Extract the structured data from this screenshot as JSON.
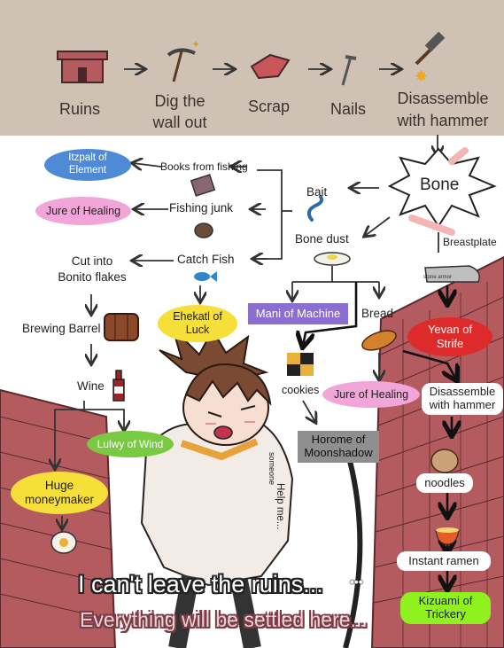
{
  "colors": {
    "top_band": "#cfc2b4",
    "blue": "#4f8ad6",
    "pink": "#f2a5d9",
    "yellow": "#f7df3a",
    "purple": "#8a6fd0",
    "red": "#dd2b2b",
    "green": "#7ac943",
    "grey": "#8f8f8f",
    "lime": "#8ff21e",
    "wall": "#b45b5f"
  },
  "top_row": {
    "ruins": "Ruins",
    "dig_line1": "Dig the",
    "dig_line2": "wall out",
    "scrap": "Scrap",
    "nails": "Nails",
    "disassemble_line1": "Disassemble",
    "disassemble_line2": "with hammer"
  },
  "icons": {
    "ruins": "ruins-icon",
    "pickaxe": "pickaxe-icon",
    "scrap": "scrap-icon",
    "nail": "nail-icon",
    "hammer": "hammer-icon",
    "bone": "bone-icon",
    "book": "book-icon",
    "worm": "worm-icon",
    "fish": "fish-icon",
    "barrel": "barrel-icon",
    "wine": "wine-bottle-icon",
    "bread": "bread-icon",
    "cookie": "cookie-icon",
    "noodles": "noodles-icon",
    "ramen": "ramen-bowl-icon",
    "money": "money-bag-icon",
    "breastplate": "breastplate-icon"
  },
  "flow": {
    "bone": "Bone",
    "bait": "Bait",
    "books_from_fishing": "Books from fishing",
    "itzpalt_line1": "Itzpalt of",
    "itzpalt_line2": "Element",
    "jure_healing_1": "Jure of Healing",
    "fishing_junk": "Fishing junk",
    "bone_dust": "Bone dust",
    "breastplate": "Breastplate",
    "stone_armor": "stone armor",
    "cut_line1": "Cut into",
    "cut_line2": "Bonito flakes",
    "catch_fish": "Catch Fish",
    "brewing_barrel": "Brewing Barrel",
    "ehekatl_line1": "Ehekatl of",
    "ehekatl_line2": "Luck",
    "mani": "Mani of Machine",
    "bread": "Bread",
    "yevan_line1": "Yevan of",
    "yevan_line2": "Strife",
    "wine": "Wine",
    "cookies": "cookies",
    "jure_healing_2": "Jure of Healing",
    "disassemble_line1": "Disassemble",
    "disassemble_line2": "with hammer",
    "lulwy": "Lulwy of Wind",
    "horome_line1": "Horome of",
    "horome_line2": "Moonshadow",
    "someone": "someone",
    "help_me": "Help me...",
    "noodles": "noodles",
    "huge_line1": "Huge",
    "huge_line2": "moneymaker",
    "instant_ramen": "Instant ramen",
    "kizuami_line1": "Kizuami of",
    "kizuami_line2": "Trickery"
  },
  "caption": {
    "line1": "I can't leave the ruins...",
    "dots": "•••",
    "line2": "Everything will be settled here..."
  }
}
